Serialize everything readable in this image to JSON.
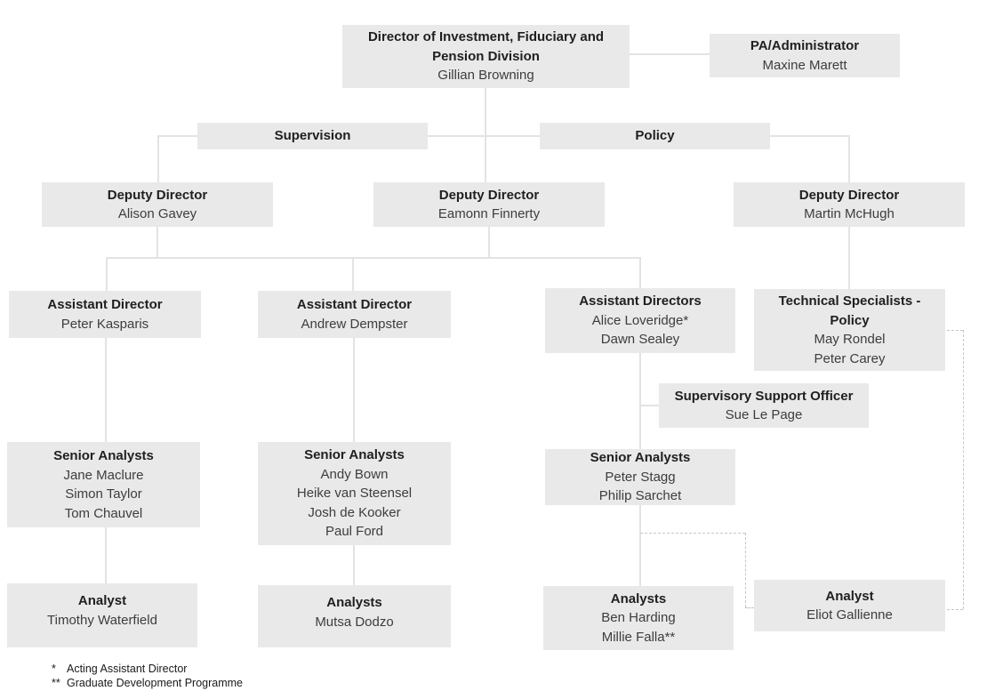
{
  "nodes": {
    "director": {
      "title": "Director of Investment, Fiduciary and Pension Division",
      "name": "Gillian Browning"
    },
    "pa_administrator": {
      "title": "PA/Administrator",
      "name": "Maxine Marett"
    },
    "supervision": {
      "label": "Supervision"
    },
    "policy": {
      "label": "Policy"
    },
    "deputy_director_supervision_a": {
      "title": "Deputy Director",
      "name": "Alison Gavey"
    },
    "deputy_director_supervision_b": {
      "title": "Deputy Director",
      "name": "Eamonn Finnerty"
    },
    "deputy_director_policy": {
      "title": "Deputy Director",
      "name": "Martin McHugh"
    },
    "assistant_director_a": {
      "title": "Assistant Director",
      "name": "Peter Kasparis"
    },
    "assistant_director_b": {
      "title": "Assistant Director",
      "name": "Andrew Dempster"
    },
    "assistant_directors_c": {
      "title": "Assistant Directors",
      "names": [
        "Alice Loveridge*",
        "Dawn Sealey"
      ]
    },
    "technical_specialists_policy": {
      "title": "Technical Specialists - Policy",
      "names": [
        "May Rondel",
        "Peter Carey"
      ]
    },
    "supervisory_support_officer": {
      "title": "Supervisory Support Officer",
      "name": "Sue Le Page"
    },
    "senior_analysts_a": {
      "title": "Senior Analysts",
      "names": [
        "Jane Maclure",
        "Simon Taylor",
        "Tom Chauvel"
      ]
    },
    "senior_analysts_b": {
      "title": "Senior Analysts",
      "names": [
        "Andy Bown",
        "Heike van Steensel",
        "Josh de Kooker",
        "Paul Ford"
      ]
    },
    "senior_analysts_c": {
      "title": "Senior Analysts",
      "names": [
        "Peter Stagg",
        "Philip Sarchet"
      ]
    },
    "analyst_a": {
      "title": "Analyst",
      "name": "Timothy Waterfield"
    },
    "analysts_b": {
      "title": "Analysts",
      "name": "Mutsa Dodzo"
    },
    "analysts_c": {
      "title": "Analysts",
      "names": [
        "Ben Harding",
        "Millie Falla**"
      ]
    },
    "analyst_d": {
      "title": "Analyst",
      "name": "Eliot Gallienne"
    }
  },
  "footnotes": [
    {
      "marker": "*",
      "text": "Acting Assistant Director"
    },
    {
      "marker": "**",
      "text": "Graduate Development Programme"
    }
  ],
  "colors": {
    "box_fill": "#e9e9e9",
    "line": "#e3e3e3",
    "dashed_line": "#c6c6c6",
    "title_text": "#1f1f1f",
    "name_text": "#3d3d3d"
  }
}
